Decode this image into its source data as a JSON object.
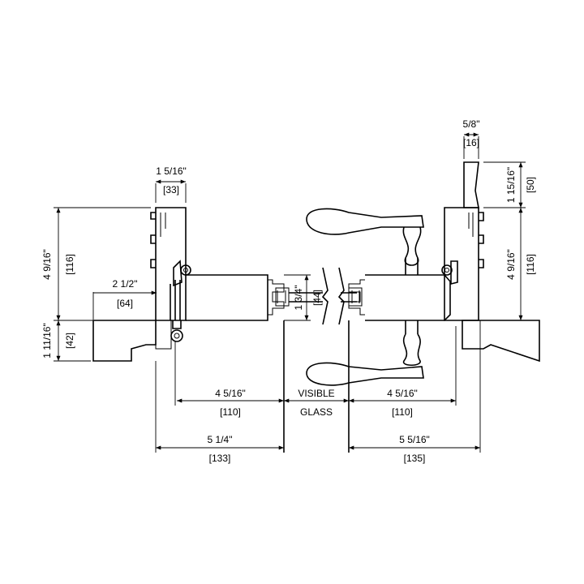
{
  "dimensions": {
    "left_top_width_in": "1 5/16\"",
    "left_top_width_mm": "[33]",
    "left_height_in": "4 9/16\"",
    "left_height_mm": "[116]",
    "left_offset_in": "2 1/2\"",
    "left_offset_mm": "[64]",
    "left_base_height_in": "1 11/16\"",
    "left_base_height_mm": "[42]",
    "door_thickness_in": "1 3/4\"",
    "door_thickness_mm": "[44]",
    "left_inner_span_in": "4 5/16\"",
    "left_inner_span_mm": "[110]",
    "center_label_line1": "VISIBLE",
    "center_label_line2": "GLASS",
    "right_inner_span_in": "4 5/16\"",
    "right_inner_span_mm": "[110]",
    "left_total_in": "5 1/4\"",
    "left_total_mm": "[133]",
    "right_total_in": "5 5/16\"",
    "right_total_mm": "[135]",
    "right_top_width_in": "5/8\"",
    "right_top_width_mm": "[16]",
    "right_top_height_in": "1 15/16\"",
    "right_top_height_mm": "[50]",
    "right_height_in": "4 9/16\"",
    "right_height_mm": "[116]"
  }
}
